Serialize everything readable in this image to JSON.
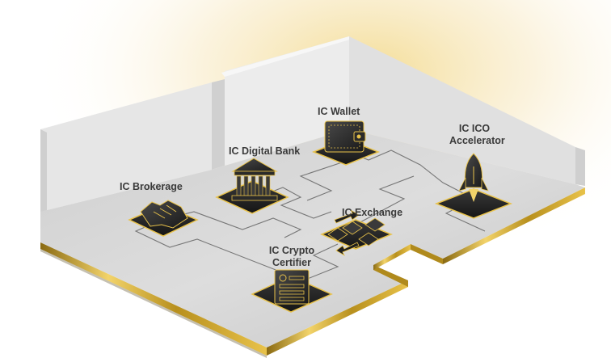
{
  "nodes": [
    {
      "id": "brokerage",
      "label": "IC Brokerage",
      "icon": "handshake-icon"
    },
    {
      "id": "digital-bank",
      "label": "IC Digital Bank",
      "icon": "bank-building-icon"
    },
    {
      "id": "wallet",
      "label": "IC Wallet",
      "icon": "wallet-icon"
    },
    {
      "id": "ico-accelerator",
      "label_line1": "IC ICO",
      "label_line2": "Accelerator",
      "icon": "rocket-icon"
    },
    {
      "id": "exchange",
      "label": "IC Exchange",
      "icon": "exchange-arrows-icon"
    },
    {
      "id": "crypto-certifier",
      "label_line1": "IC Crypto",
      "label_line2": "Certifier",
      "icon": "certificate-icon"
    }
  ],
  "colors": {
    "gold": "#c9a227",
    "gold_light": "#f2d36a",
    "floor": "#d2d2d2",
    "wall": "#e4e4e4",
    "pad": "#2c2c2c",
    "label": "#3a3a3a"
  }
}
